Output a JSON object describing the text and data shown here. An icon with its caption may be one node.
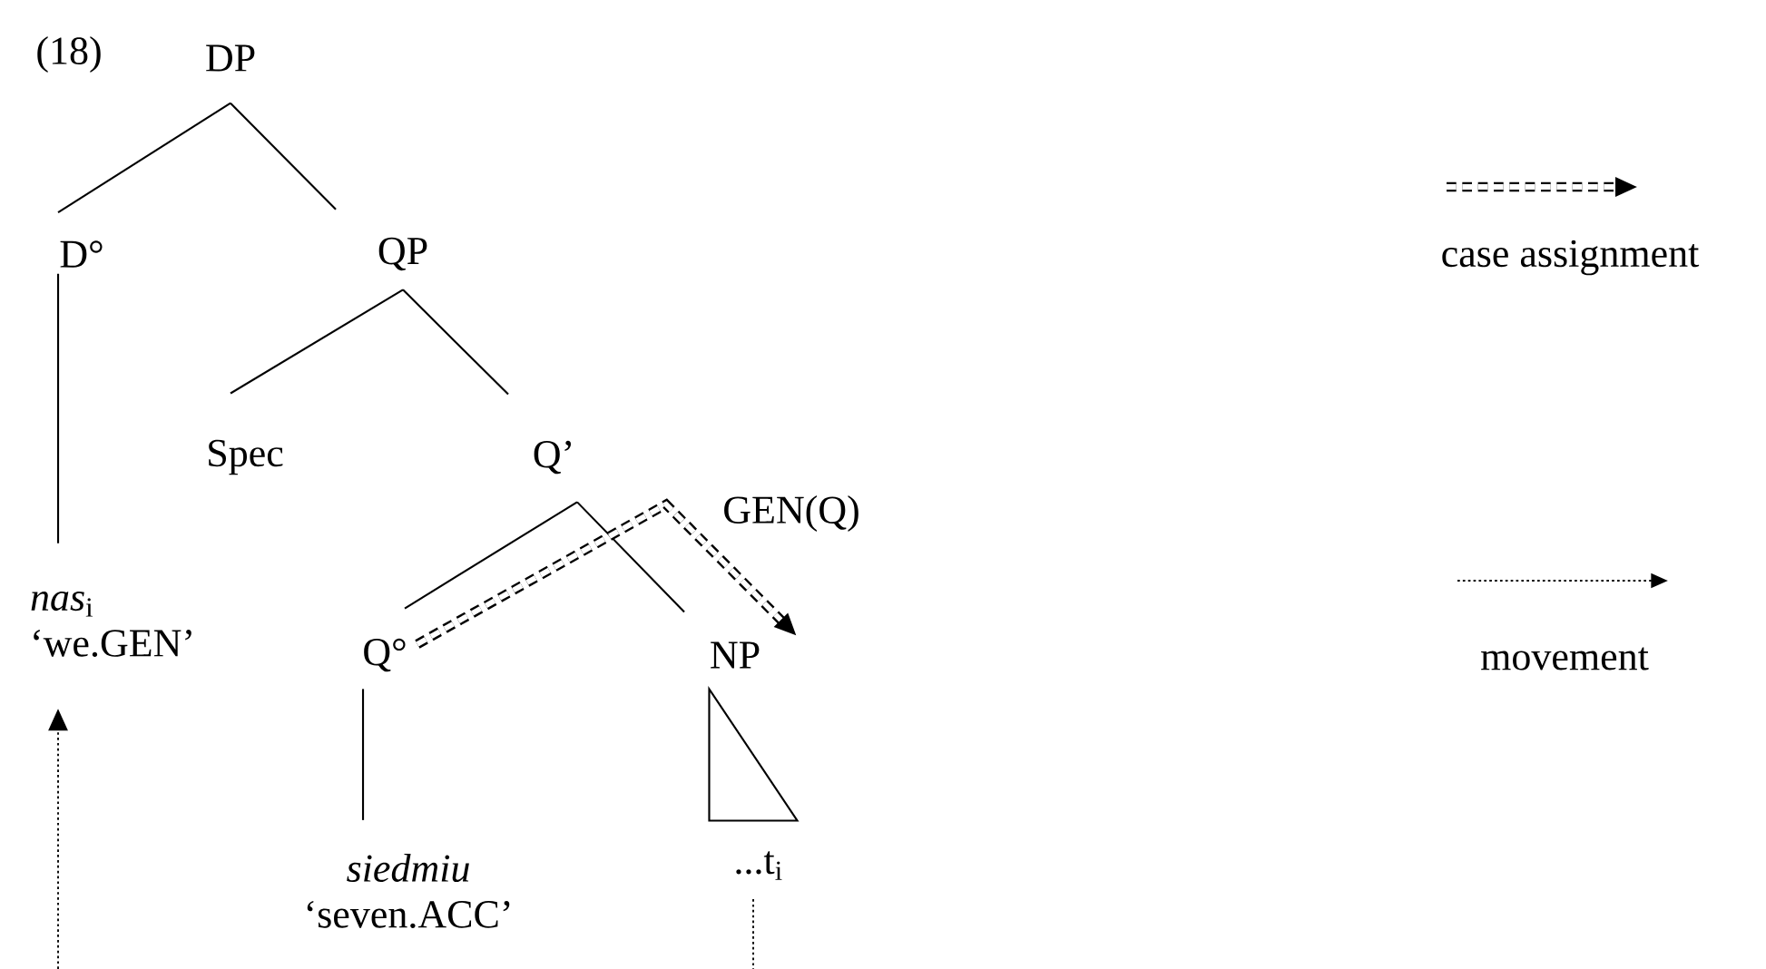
{
  "diagram": {
    "nodes": [
      {
        "text": [
          "DP"
        ]
      },
      {
        "text": [
          "D°"
        ]
      },
      {
        "text": [
          "QP"
        ]
      },
      {
        "text": [
          "Spec"
        ]
      },
      {
        "text": [
          "Q’"
        ]
      },
      {
        "text": [
          "*nas*$_{i}$",
          "‘we.GEN’"
        ]
      },
      {
        "text": [
          "Q°"
        ]
      },
      {
        "text": [
          "NP"
        ]
      },
      {
        "text": [
          "siedmiu",
          "‘seven.ACC’"
        ]
      },
      {
        "text": [],
        "shape": "triangle"
      },
      {
        "text": [
          "...t$_{i}$"
        ]
      }
    ],
    "edges": [
      {
        "from": 0,
        "to": 1,
        "arrow": "none"
      },
      {
        "from": 0,
        "to": 2,
        "arrow": "none"
      },
      {
        "from": 2,
        "to": 3,
        "arrow": "none"
      },
      {
        "from": 2,
        "to": 4,
        "arrow": "none"
      },
      {
        "from": 4,
        "to": 6,
        "arrow": "none"
      },
      {
        "from": 4,
        "to": 7,
        "arrow": "none"
      },
      {
        "from": 1,
        "to": 5,
        "arrow": "none"
      },
      {
        "from": 6,
        "to": 8,
        "arrow": "none"
      },
      {
        "from": 6,
        "to": 7,
        "arrow": "to",
        "style": "dashed",
        "label": "GEN(Q)"
      },
      {
        "from": null,
        "to": 5,
        "arrow": "to",
        "style": "dashed"
      },
      {
        "from": 10,
        "to": null,
        "arrow": "none",
        "style": "dashed"
      }
    ],
    "labels": [
      "(18)"
    ],
    "legend": [
      {
        "text": "case assignment"
      },
      {
        "text": "movement"
      }
    ]
  }
}
